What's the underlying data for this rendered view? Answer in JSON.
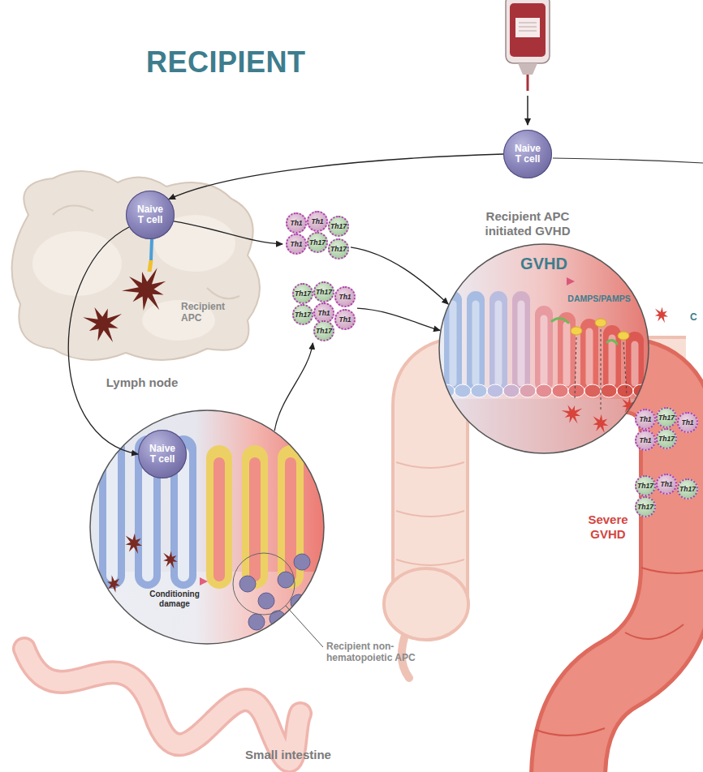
{
  "diagram": {
    "title": "RECIPIENT",
    "nodes": [
      {
        "text": [
          "Naive T cell"
        ]
      },
      {
        "text": [
          "Recipient APC",
          "Lymph node"
        ]
      },
      {
        "text": [
          "Naive T cell"
        ],
        "in": 1
      },
      {
        "text": [
          "Th1",
          "Th1",
          "Th17",
          "Th1",
          "Th17",
          "Th17"
        ]
      },
      {
        "text": [
          "Th17",
          "Th17",
          "Th1",
          "Th17",
          "Th1",
          "Th1",
          "Th17"
        ]
      },
      {
        "text": [
          "Conditioning damage"
        ]
      },
      {
        "text": [
          "Naive T cell"
        ],
        "in": 5
      },
      {
        "text": [
          "GVHD",
          "DAMPS/PAMPS"
        ]
      },
      {
        "text": [
          "Th1",
          "Th17",
          "Th1",
          "Th1",
          "Th17"
        ]
      },
      {
        "text": [
          "Th17",
          "Th1",
          "Th17",
          "Th17"
        ]
      }
    ],
    "edges": [
      {
        "from": 0,
        "to": 2,
        "arrow": "to"
      },
      {
        "from": 2,
        "to": 3,
        "arrow": "to"
      },
      {
        "from": 2,
        "to": 6,
        "arrow": "to"
      },
      {
        "from": 5,
        "to": 4,
        "arrow": "to"
      },
      {
        "from": 3,
        "to": 7,
        "arrow": "to"
      },
      {
        "from": 4,
        "to": 7,
        "arrow": "to"
      }
    ],
    "labels": [
      "Recipient APC initiated GVHD",
      "Recipient non-hematopoietic APC",
      "Small intestine",
      "Severe GVHD",
      "C"
    ]
  }
}
